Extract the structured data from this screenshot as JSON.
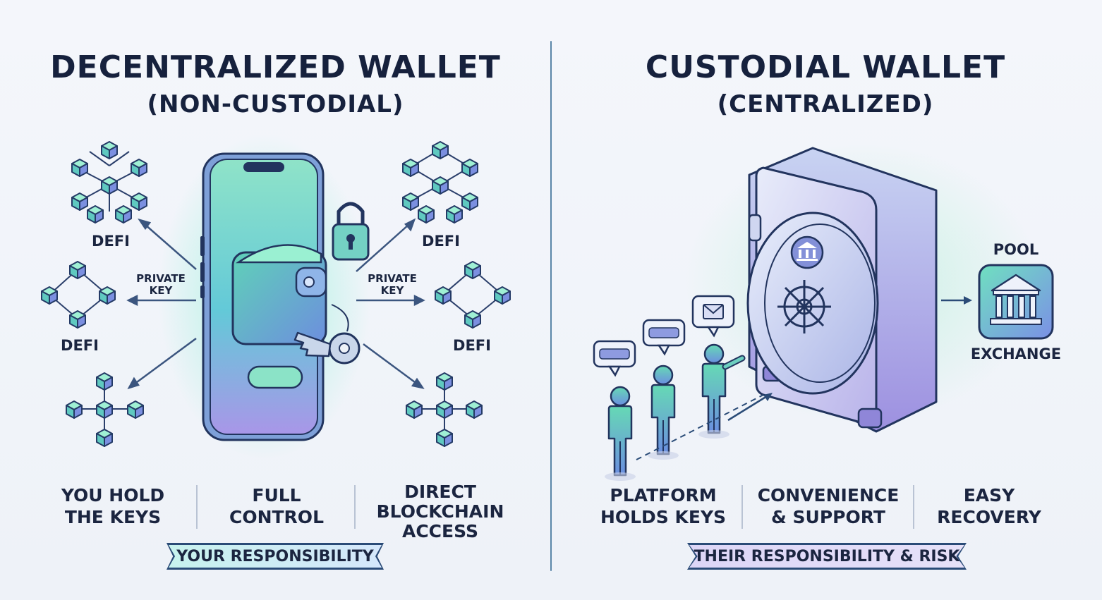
{
  "left": {
    "title": "DECENTRALIZED WALLET",
    "subtitle": "(NON-CUSTODIAL)",
    "defi_labels": [
      "DEFI",
      "DEFI",
      "DEFI",
      "DEFI"
    ],
    "private_key_left": "PRIVATE\nKEY",
    "private_key_right": "PRIVATE\nKEY",
    "features": [
      {
        "line1": "YOU HOLD",
        "line2": "THE KEYS"
      },
      {
        "line1": "FULL",
        "line2": "CONTROL"
      },
      {
        "line1": "DIRECT",
        "line2": "BLOCKCHAIN",
        "line3": "ACCESS"
      }
    ],
    "banner": "YOUR RESPONSIBILITY"
  },
  "right": {
    "title": "CUSTODIAL WALLET",
    "subtitle": "(CENTRALIZED)",
    "pool_label": "POOL",
    "exchange_label": "EXCHANGE",
    "features": [
      {
        "line1": "PLATFORM",
        "line2": "HOLDS KEYS"
      },
      {
        "line1": "CONVENIENCE",
        "line2": "& SUPPORT"
      },
      {
        "line1": "EASY",
        "line2": "RECOVERY"
      }
    ],
    "banner": "THEIR RESPONSIBILITY & RISK"
  },
  "colors": {
    "navy": "#16213d",
    "divider": "#5a86a8",
    "teal": "#47c7b5",
    "purple": "#8a7fd6",
    "banner_left": "#d2f1f5",
    "banner_right": "#e2dcf6"
  }
}
